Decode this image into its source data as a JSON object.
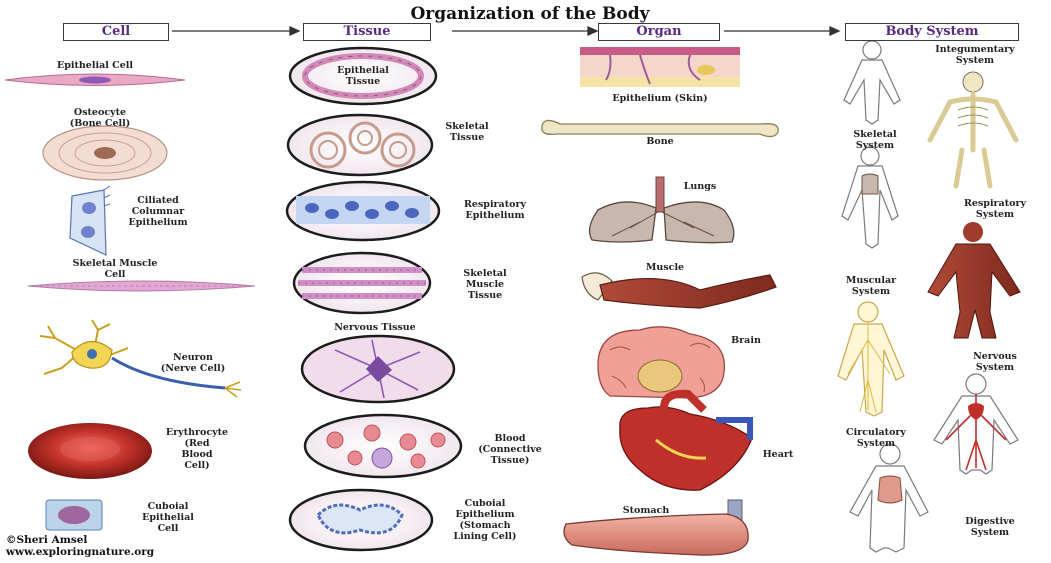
{
  "title": "Organization of the Body",
  "headers": {
    "cell": "Cell",
    "tissue": "Tissue",
    "organ": "Organ",
    "body_system": "Body System"
  },
  "cells": {
    "epithelial": "Epithelial Cell",
    "osteocyte": "Osteocyte\n(Bone Cell)",
    "ciliated": "Ciliated\nColumnar\nEpithelium",
    "skeletal_muscle": "Skeletal Muscle\nCell",
    "neuron": "Neuron\n(Nerve Cell)",
    "erythrocyte": "Erythrocyte\n(Red\nBlood\nCell)",
    "cuboial": "Cuboial\nEpithelial\nCell"
  },
  "tissues": {
    "epithelial": "Epithelial\nTissue",
    "skeletal": "Skeletal\nTissue",
    "respiratory": "Respiratory\nEpithelium",
    "skeletal_muscle": "Skeletal\nMuscle\nTissue",
    "nervous": "Nervous Tissue",
    "blood": "Blood\n(Connective\nTissue)",
    "cuboial": "Cuboial\nEpithelium\n(Stomach\nLining Cell)"
  },
  "organs": {
    "skin": "Epithelium (Skin)",
    "bone": "Bone",
    "lungs": "Lungs",
    "muscle": "Muscle",
    "brain": "Brain",
    "heart": "Heart",
    "stomach": "Stomach"
  },
  "systems": {
    "integumentary": "Integumentary\nSystem",
    "skeletal": "Skeletal\nSystem",
    "respiratory": "Respiratory\nSystem",
    "muscular": "Muscular\nSystem",
    "nervous": "Nervous\nSystem",
    "circulatory": "Circulatory\nSystem",
    "digestive": "Digestive\nSystem"
  },
  "credit": "©Sheri Amsel\nwww.exploringnature.org",
  "colors": {
    "header_text": "#5b2a86",
    "tissue_pink": "#e8c3d8",
    "muscle_red": "#9e3b2a",
    "blood_red": "#c0302a",
    "bone_cream": "#efe6c6",
    "nerve_yellow": "#f0d85a",
    "lung_brown": "#8a6a5a",
    "stomach_pink": "#e09a8c"
  }
}
